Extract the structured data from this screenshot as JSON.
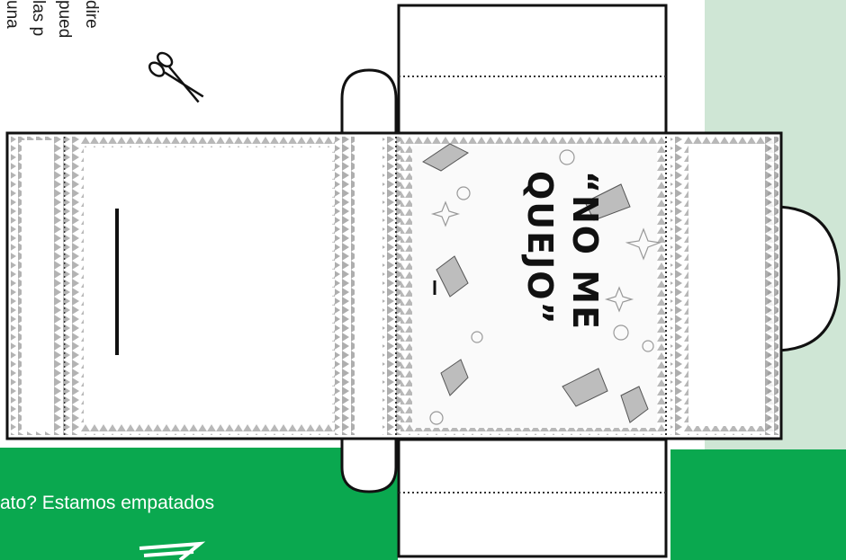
{
  "colors": {
    "mint": "#cfe6d5",
    "green": "#0aa84f",
    "outline": "#111111",
    "pattern": "#9a9a9a"
  },
  "intro_text": {
    "lines": [
      "una",
      "las p",
      "pued",
      "dire"
    ]
  },
  "caption": {
    "text": "ato? Estamos empatados"
  },
  "box": {
    "title_lines": [
      "“NO ME",
      "QUEJO”"
    ]
  },
  "icons": {
    "scissors": "scissors-icon",
    "arrow": "seven-arrow-icon"
  }
}
